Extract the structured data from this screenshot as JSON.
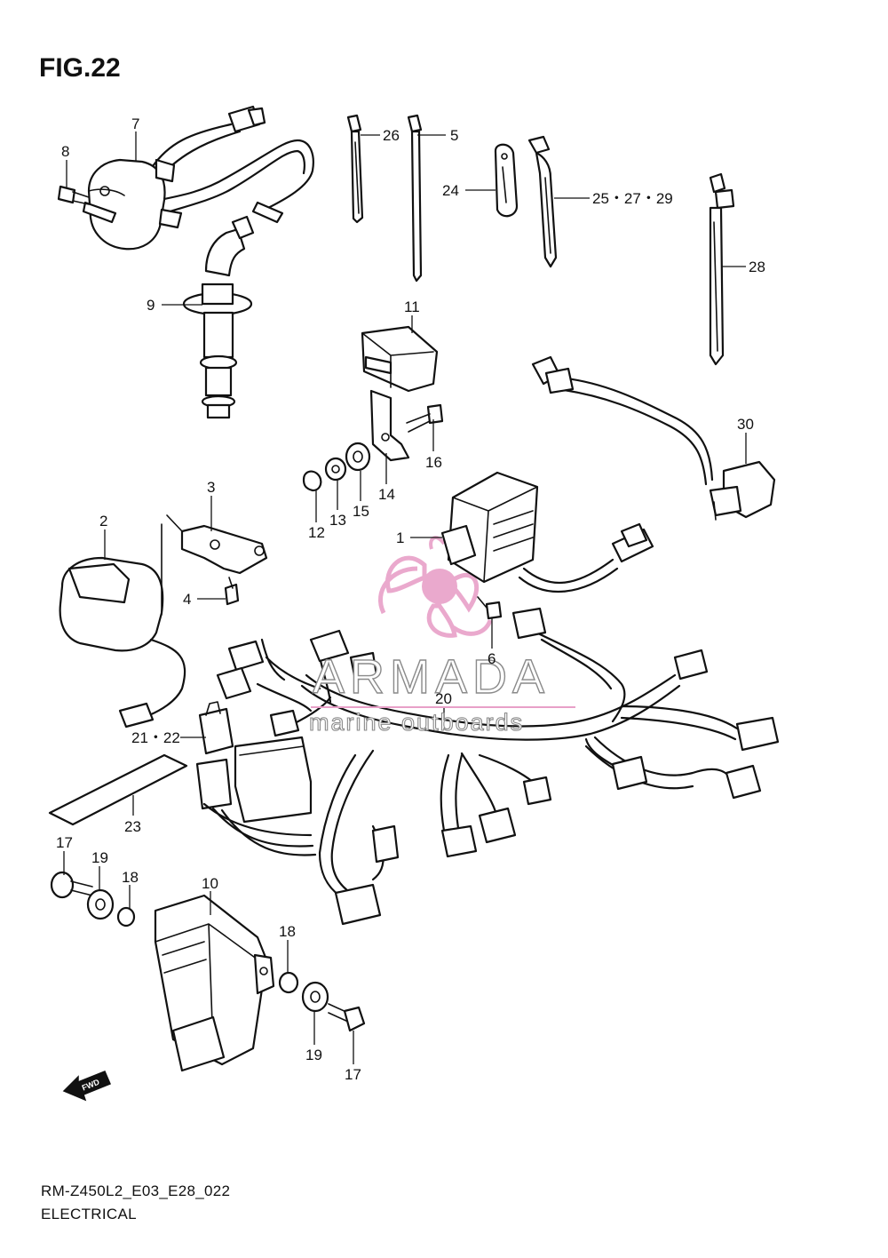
{
  "figure_title": "FIG.22",
  "model_code": "RM-Z450L2_E03_E28_022",
  "section_name": "ELECTRICAL",
  "watermark": {
    "brand": "ARMADA",
    "tagline": "marine outboards",
    "color": "#e8a0c8"
  },
  "forward_badge": "FWD",
  "callouts": {
    "p1": "1",
    "p2": "2",
    "p3": "3",
    "p4": "4",
    "p5": "5",
    "p6": "6",
    "p7": "7",
    "p8": "8",
    "p9": "9",
    "p10": "10",
    "p11": "11",
    "p12": "12",
    "p13": "13",
    "p14": "14",
    "p15": "15",
    "p16": "16",
    "p17a": "17",
    "p17b": "17",
    "p18a": "18",
    "p18b": "18",
    "p19a": "19",
    "p19b": "19",
    "p20": "20",
    "p21_22": "21・22",
    "p23": "23",
    "p24": "24",
    "p25_27_29": "25・27・29",
    "p26": "26",
    "p28": "28",
    "p30": "30"
  }
}
